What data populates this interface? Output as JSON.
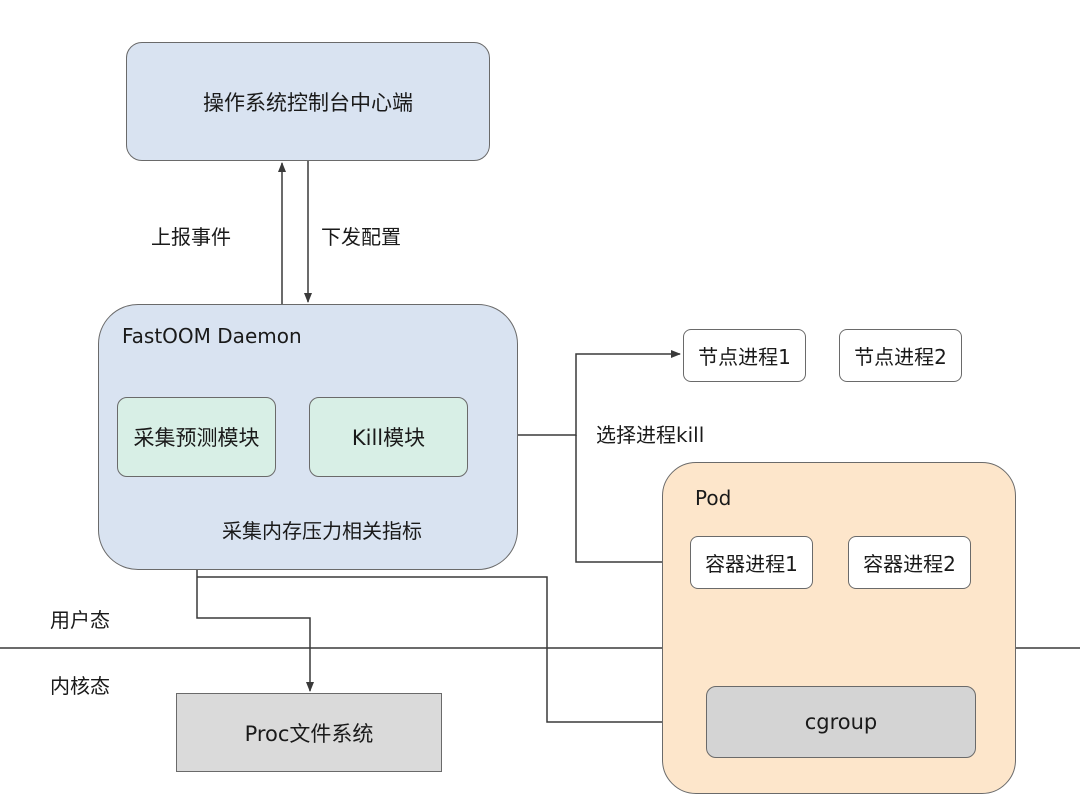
{
  "nodes": {
    "console": "操作系统控制台中心端",
    "daemon": "FastOOM Daemon",
    "collect_module": "采集预测模块",
    "kill_module": "Kill模块",
    "daemon_caption": "采集内存压力相关指标",
    "node_proc_1": "节点进程1",
    "node_proc_2": "节点进程2",
    "pod": "Pod",
    "container_proc_1": "容器进程1",
    "container_proc_2": "容器进程2",
    "cgroup": "cgroup",
    "procfs": "Proc文件系统"
  },
  "edges": {
    "report_events": "上报事件",
    "push_config": "下发配置",
    "select_kill": "选择进程kill"
  },
  "zones": {
    "user_space": "用户态",
    "kernel_space": "内核态"
  },
  "colors": {
    "blue_box": "#d9e3f1",
    "green_box": "#d8efe6",
    "pod_box": "#fde6cb",
    "gray_box": "#d4d4d4",
    "line": "#3a3a3a"
  }
}
